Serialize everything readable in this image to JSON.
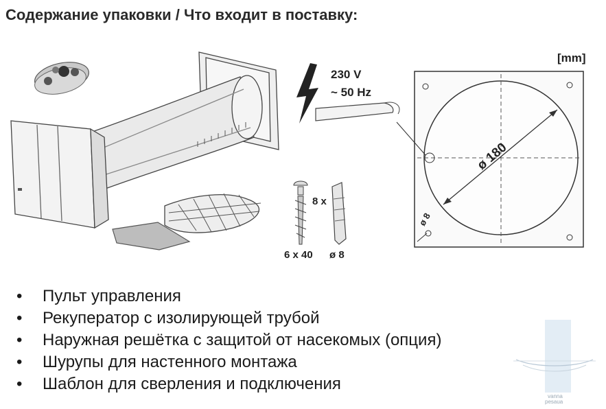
{
  "title": "Содержание упаковки / Что входит в поставку:",
  "diagram": {
    "units": "[mm]",
    "voltage": "230 V",
    "frequency": "~ 50 Hz",
    "quantity": "8 x",
    "screw_size": "6 x 40",
    "dowel_size": "ø 8",
    "diameter_large": "ø 180",
    "diameter_small": "ø 8"
  },
  "bullet_glyph": "•",
  "items": [
    "Пульт управления",
    "Рекуператор с изолирующей трубой",
    "Наружная решётка с защитой от насекомых (опция)",
    "Шурупы для настенного монтажа",
    "Шаблон для сверления и подключения"
  ],
  "watermark": {
    "line1": "vanna",
    "line2": "pesaua"
  }
}
